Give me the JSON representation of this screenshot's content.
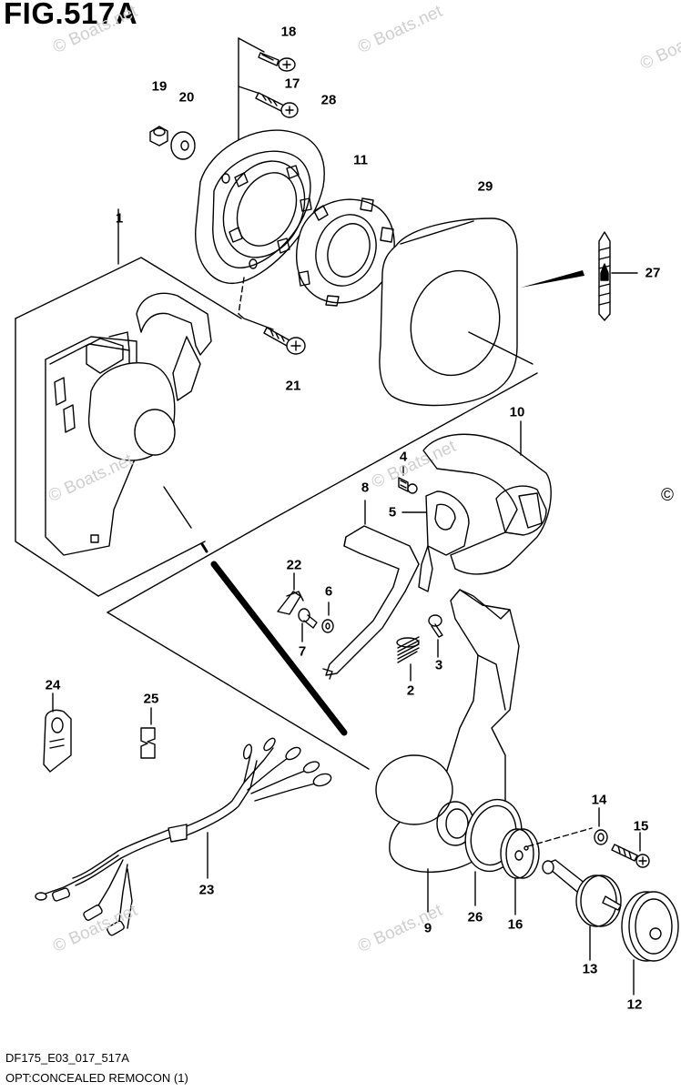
{
  "figure": {
    "title": "FIG.517A",
    "code": "DF175_E03_017_517A",
    "caption": "OPT:CONCEALED REMOCON (1)",
    "copyright_symbol": "©"
  },
  "watermark": "© Boats.net",
  "callouts": [
    {
      "id": "18",
      "label": "18"
    },
    {
      "id": "17",
      "label": "17"
    },
    {
      "id": "19",
      "label": "19"
    },
    {
      "id": "20",
      "label": "20"
    },
    {
      "id": "28",
      "label": "28"
    },
    {
      "id": "11",
      "label": "11"
    },
    {
      "id": "29",
      "label": "29"
    },
    {
      "id": "1",
      "label": "1"
    },
    {
      "id": "27",
      "label": "27"
    },
    {
      "id": "21",
      "label": "21"
    },
    {
      "id": "10",
      "label": "10"
    },
    {
      "id": "4",
      "label": "4"
    },
    {
      "id": "8",
      "label": "8"
    },
    {
      "id": "5",
      "label": "5"
    },
    {
      "id": "22",
      "label": "22"
    },
    {
      "id": "6",
      "label": "6"
    },
    {
      "id": "7",
      "label": "7"
    },
    {
      "id": "3",
      "label": "3"
    },
    {
      "id": "2",
      "label": "2"
    },
    {
      "id": "24",
      "label": "24"
    },
    {
      "id": "25",
      "label": "25"
    },
    {
      "id": "14",
      "label": "14"
    },
    {
      "id": "15",
      "label": "15"
    },
    {
      "id": "23",
      "label": "23"
    },
    {
      "id": "9",
      "label": "9"
    },
    {
      "id": "26",
      "label": "26"
    },
    {
      "id": "16",
      "label": "16"
    },
    {
      "id": "13",
      "label": "13"
    },
    {
      "id": "12",
      "label": "12"
    }
  ]
}
